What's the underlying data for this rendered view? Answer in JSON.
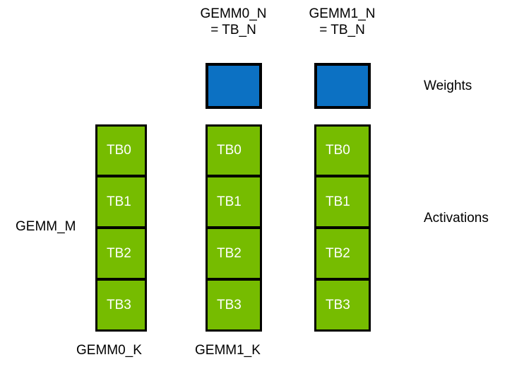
{
  "diagram": {
    "title_labels": {
      "gemm0_n": "GEMM0_N\n= TB_N",
      "gemm1_n": "GEMM1_N\n= TB_N"
    },
    "side_labels": {
      "weights": "Weights",
      "activations": "Activations",
      "gemm_m": "GEMM_M"
    },
    "bottom_labels": {
      "gemm0_k": "GEMM0_K",
      "gemm1_k": "GEMM1_K"
    },
    "colors": {
      "weight_fill": "#0c71c3",
      "activation_fill": "#76bc00",
      "border": "#000000",
      "cell_text": "#ffffff",
      "label_text": "#000000",
      "background": "#ffffff"
    },
    "weight_blocks": [
      {
        "name": "gemm0-weight-block"
      },
      {
        "name": "gemm1-weight-block"
      }
    ],
    "activation_columns": [
      {
        "id": "col0",
        "cells": [
          "TB0",
          "TB1",
          "TB2",
          "TB3"
        ]
      },
      {
        "id": "col1",
        "cells": [
          "TB0",
          "TB1",
          "TB2",
          "TB3"
        ]
      },
      {
        "id": "col2",
        "cells": [
          "TB0",
          "TB1",
          "TB2",
          "TB3"
        ]
      }
    ]
  }
}
